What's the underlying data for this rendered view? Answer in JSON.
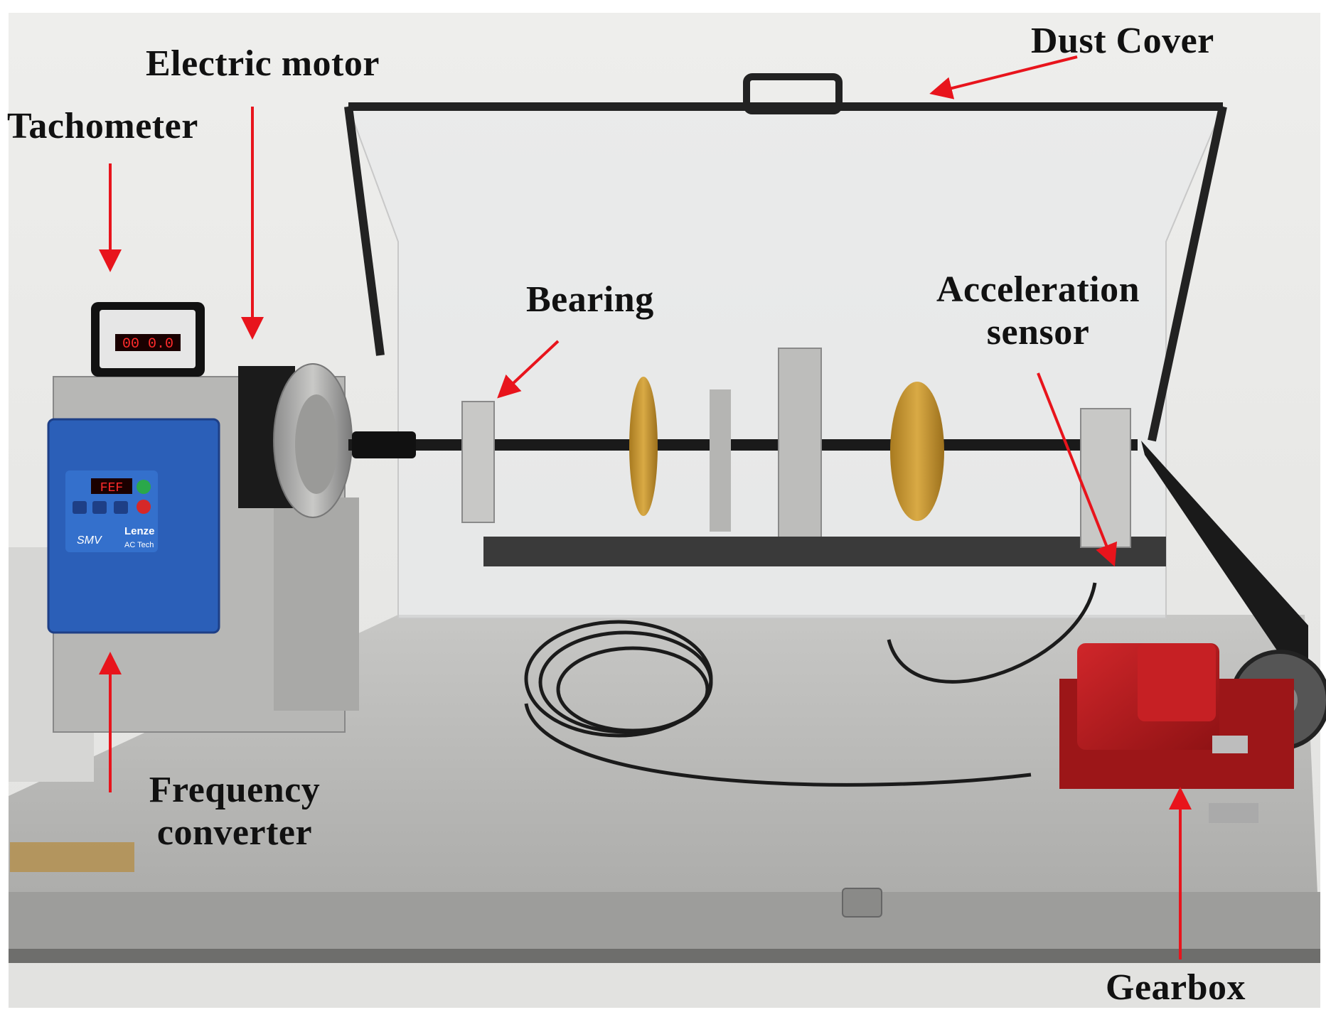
{
  "labels": {
    "dust_cover": "Dust Cover",
    "electric_motor": "Electric motor",
    "tachometer": "Tachometer",
    "bearing": "Bearing",
    "acceleration_sensor_line1": "Acceleration",
    "acceleration_sensor_line2": "sensor",
    "frequency_converter_line1": "Frequency",
    "frequency_converter_line2": "converter",
    "gearbox": "Gearbox"
  },
  "tachometer_display": "00 0.0",
  "drive_display": "FEF",
  "drive_brand": "Lenze",
  "drive_model": "SMV",
  "drive_sub_brand": "AC Tech",
  "colors": {
    "annotation_arrow": "#e8141c",
    "gearbox": "#b3191c",
    "drive_body": "#2b5fb8",
    "disk_gold": "#c9962e",
    "base_plate": "#b9b9b7"
  }
}
